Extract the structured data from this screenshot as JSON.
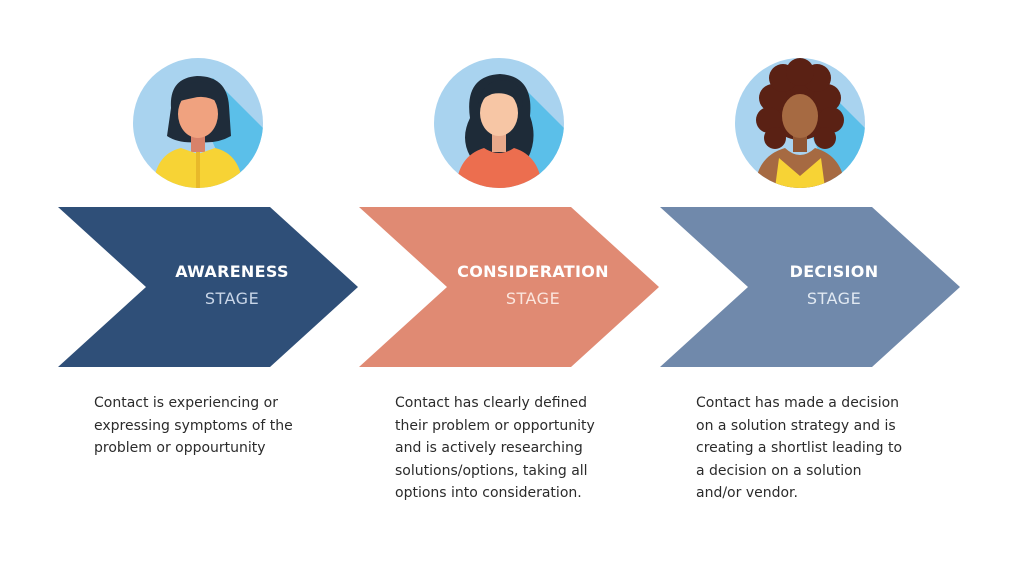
{
  "colors": {
    "awareness": "#2f4f78",
    "consideration": "#e08a73",
    "decision": "#7089ab",
    "avatar_bg": "#a9d3ef",
    "avatar_shadow": "#5bbfe9"
  },
  "stages": [
    {
      "title": "AWARENESS",
      "subtitle": "STAGE",
      "avatar_icon": "woman-short-hair-avatar-icon",
      "description_lines": [
        "Contact is experiencing or",
        "expressing symptoms of the",
        "problem or oppourtunity"
      ]
    },
    {
      "title": "CONSIDERATION",
      "subtitle": "STAGE",
      "avatar_icon": "woman-long-wavy-hair-avatar-icon",
      "description_lines": [
        "Contact has clearly defined",
        "their problem or opportunity",
        "and is actively researching",
        "solutions/options, taking all",
        "options into consideration."
      ]
    },
    {
      "title": "DECISION",
      "subtitle": "STAGE",
      "avatar_icon": "woman-curly-hair-avatar-icon",
      "description_lines": [
        "Contact has made a decision",
        "on a solution strategy and is",
        "creating a shortlist leading to",
        "a decision on a solution",
        "and/or vendor."
      ]
    }
  ]
}
